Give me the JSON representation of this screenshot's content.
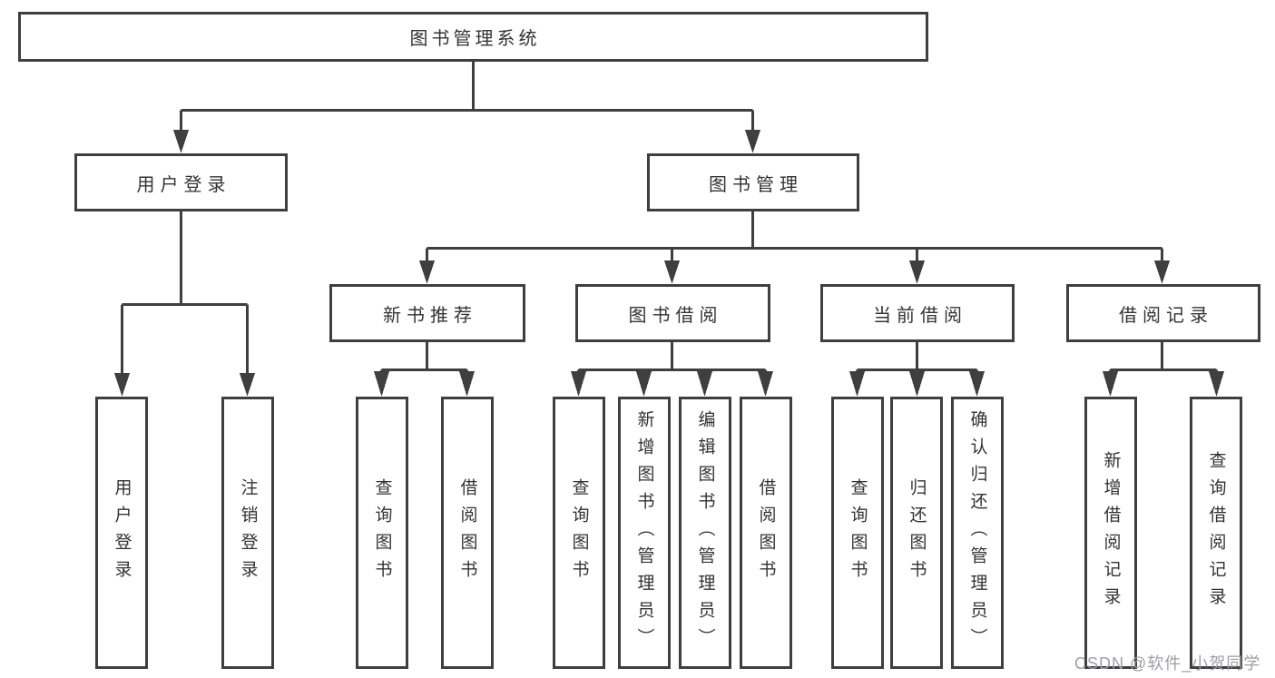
{
  "diagram": {
    "root": {
      "label": "图书管理系统"
    },
    "level2": [
      {
        "label": "用户登录"
      },
      {
        "label": "图书管理"
      }
    ],
    "level3": [
      {
        "label": "新书推荐",
        "parent": "图书管理"
      },
      {
        "label": "图书借阅",
        "parent": "图书管理"
      },
      {
        "label": "当前借阅",
        "parent": "图书管理"
      },
      {
        "label": "借阅记录",
        "parent": "图书管理"
      }
    ],
    "leaves": [
      {
        "label": "用户登录",
        "parent": "用户登录"
      },
      {
        "label": "注销登录",
        "parent": "用户登录"
      },
      {
        "label": "查询图书",
        "parent": "新书推荐"
      },
      {
        "label": "借阅图书",
        "parent": "新书推荐"
      },
      {
        "label": "查询图书",
        "parent": "图书借阅"
      },
      {
        "label": "新增图书（管理员）",
        "parent": "图书借阅"
      },
      {
        "label": "编辑图书（管理员）",
        "parent": "图书借阅"
      },
      {
        "label": "借阅图书",
        "parent": "图书借阅"
      },
      {
        "label": "查询图书",
        "parent": "当前借阅"
      },
      {
        "label": "归还图书",
        "parent": "当前借阅"
      },
      {
        "label": "确认归还（管理员）",
        "parent": "当前借阅"
      },
      {
        "label": "新增借阅记录",
        "parent": "借阅记录"
      },
      {
        "label": "查询借阅记录",
        "parent": "借阅记录"
      }
    ]
  },
  "watermark": "CSDN @软件_小贺同学",
  "colors": {
    "line": "#3f3f3f",
    "text": "#333333",
    "background": "#ffffff",
    "watermark": "#9e9ea4"
  }
}
